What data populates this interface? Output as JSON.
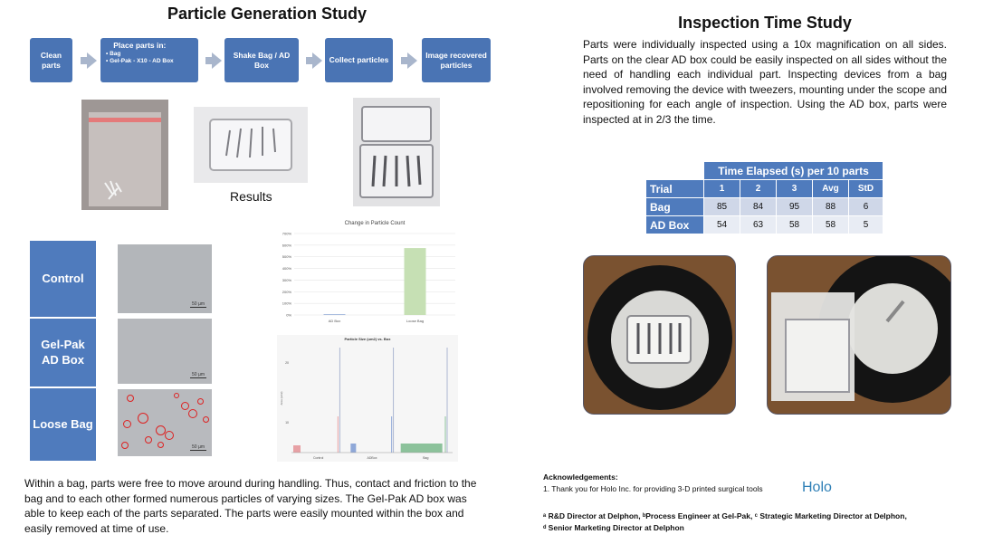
{
  "left_title": "Particle Generation Study",
  "flow": {
    "step1": "Clean parts",
    "step2_title": "Place parts in:",
    "step2_items": [
      "Bag",
      "Gel-Pak - X10 - AD Box"
    ],
    "step3": "Shake Bag / AD Box",
    "step4": "Collect particles",
    "step5": "Image recovered particles"
  },
  "results_label": "Results",
  "rows": {
    "control": "Control",
    "gelpak_line1": "Gel-Pak",
    "gelpak_line2": "AD Box",
    "loose": "Loose Bag",
    "scale": "50 µm"
  },
  "chart_data": [
    {
      "type": "bar",
      "title": "Change in Particle Count",
      "categories": [
        "AD Box",
        "Loose Bag"
      ],
      "values": [
        0,
        575
      ],
      "yticks": [
        "0%",
        "100%",
        "200%",
        "300%",
        "400%",
        "500%",
        "600%",
        "700%"
      ],
      "ylim": [
        0,
        700
      ],
      "colors": [
        "#6f8fc8",
        "#c6e0b4"
      ]
    },
    {
      "type": "bar",
      "title": "Particle Size (um2) vs. Box",
      "categories": [
        "Control",
        "ADBox",
        "Bag"
      ],
      "yticks": [
        "10",
        "20"
      ],
      "ylabel": "Area (um2)"
    }
  ],
  "left_paragraph": "Within a bag, parts were free to move around during handling.  Thus, contact and friction to the bag and to each other formed numerous particles of varying sizes.   The Gel-Pak AD box was able to keep each of the parts separated.  The parts were easily mounted within the box and easily removed at time of use.",
  "right_title": "Inspection Time Study",
  "right_paragraph": "Parts were individually inspected using a 10x magnification on all sides. Parts on the clear AD box could be easily inspected on all sides without the need of handling each individual part.  Inspecting devices from a bag involved removing the device with tweezers, mounting under the scope and repositioning for each angle of inspection.  Using the AD box, parts were inspected at in 2/3 the time.",
  "time_table": {
    "caption": "Time Elapsed (s) per 10 parts",
    "header": [
      "Trial",
      "1",
      "2",
      "3",
      "Avg",
      "StD"
    ],
    "rows": [
      [
        "Bag",
        "85",
        "84",
        "95",
        "88",
        "6"
      ],
      [
        "AD Box",
        "54",
        "63",
        "58",
        "58",
        "5"
      ]
    ]
  },
  "ack": {
    "heading": "Acknowledgements:",
    "line1": "1. Thank you for Holo Inc. for providing 3-D printed surgical tools",
    "logo": "Holo",
    "aff1": "ᵃ R&D Director at Delphon, ᵇProcess Engineer at Gel-Pak, ᶜ Strategic Marketing Director at Delphon,",
    "aff2": "ᵈ Senior Marketing Director at Delphon"
  }
}
